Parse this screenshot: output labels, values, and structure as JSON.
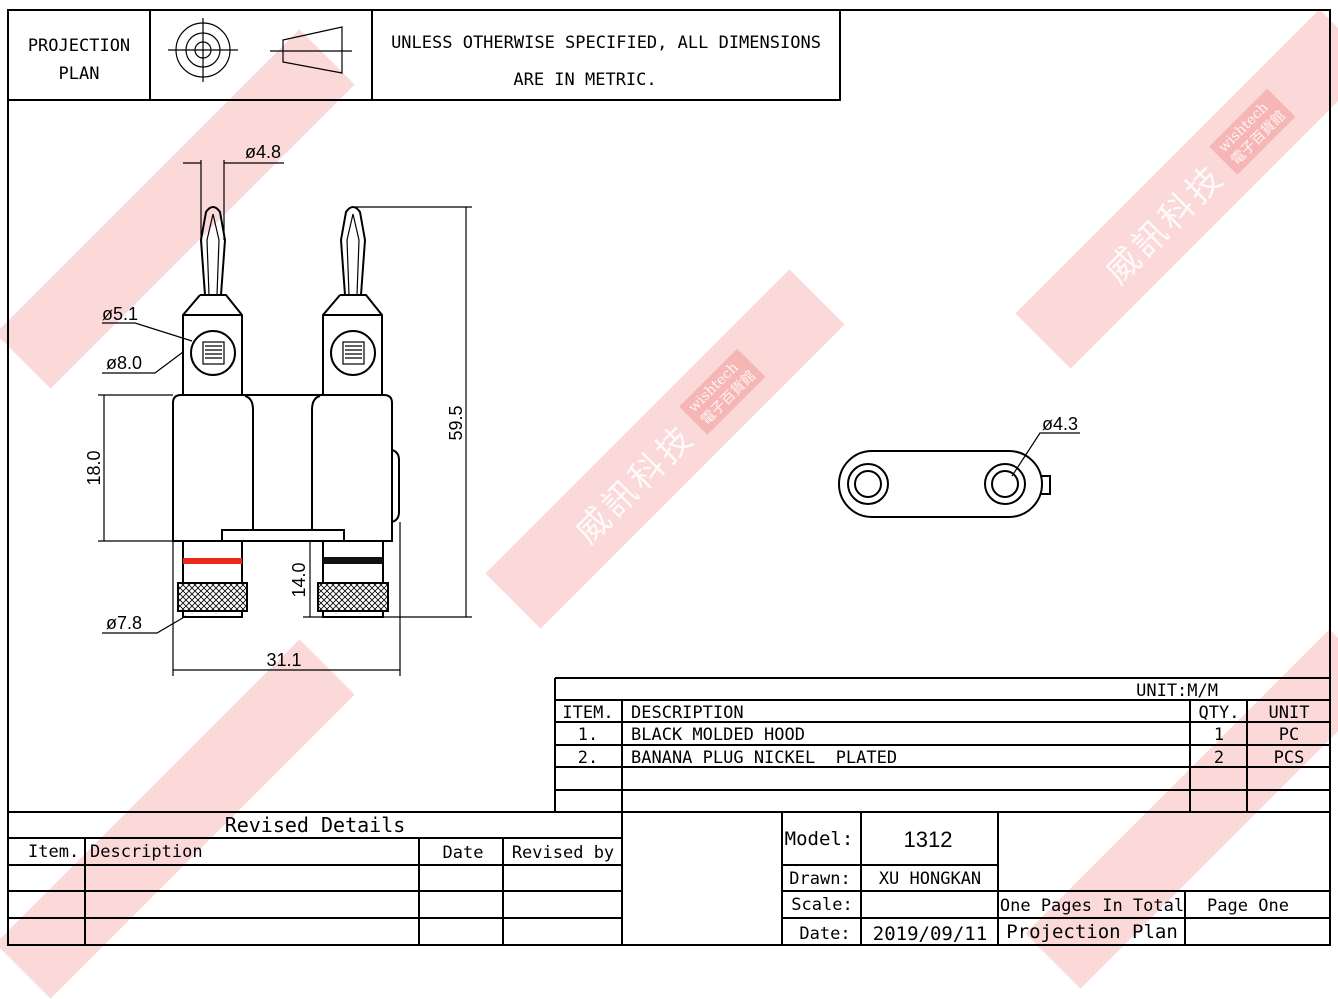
{
  "header": {
    "projection_line1": "PROJECTION",
    "projection_line2": "PLAN",
    "note_line1": "UNLESS OTHERWISE SPECIFIED, ALL DIMENSIONS",
    "note_line2": "ARE IN METRIC."
  },
  "dimensions": {
    "pin_dia": "ø4.8",
    "screw_dia": "ø5.1",
    "collar_dia": "ø8.0",
    "knurl_dia": "ø7.8",
    "body_height": "18.0",
    "lower_height": "14.0",
    "total_height": "59.5",
    "width": "31.1",
    "hole_dia": "ø4.3"
  },
  "parts_table": {
    "unit": "UNIT:M/M",
    "headers": [
      "ITEM.",
      "DESCRIPTION",
      "QTY.",
      "UNIT"
    ],
    "rows": [
      {
        "item": "1.",
        "description": "BLACK MOLDED HOOD",
        "qty": "1",
        "unit": "PC"
      },
      {
        "item": "2.",
        "description": "BANANA PLUG NICKEL  PLATED",
        "qty": "2",
        "unit": "PCS"
      }
    ]
  },
  "revised": {
    "title": "Revised Details",
    "headers": [
      "Item.",
      "Description",
      "Date",
      "Revised by"
    ]
  },
  "title_block": {
    "model_label": "Model:",
    "model_value": "1312",
    "drawn_label": "Drawn:",
    "drawn_value": "XU HONGKAN",
    "scale_label": "Scale:",
    "date_label": "Date:",
    "date_value": "2019/09/11",
    "pages_total": "One Pages In Total",
    "page": "Page One",
    "projection": "Projection Plan"
  },
  "watermark": {
    "cn": "威訊科技",
    "en": "wishtech",
    "cn2": "電子百貨館"
  },
  "colors": {
    "red_stripe": "#e8291c",
    "black_stripe": "#111111",
    "watermark": "#eb5050"
  }
}
